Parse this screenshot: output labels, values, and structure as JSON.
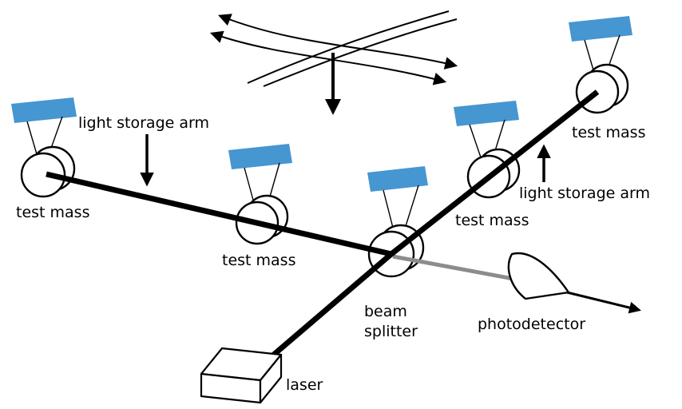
{
  "diagram": {
    "name": "laser-interferometer-gravitational-wave-detector-schematic",
    "colors": {
      "suspension_bar": "#4596d1",
      "beam": "#000000",
      "output_beam": "#8c8c8c",
      "outline": "#000000",
      "background": "#ffffff"
    },
    "labels": {
      "light_storage_arm": "light storage arm",
      "test_mass": "test mass",
      "beam_splitter_line1": "beam",
      "beam_splitter_line2": "splitter",
      "photodetector": "photodetector",
      "laser": "laser"
    }
  }
}
